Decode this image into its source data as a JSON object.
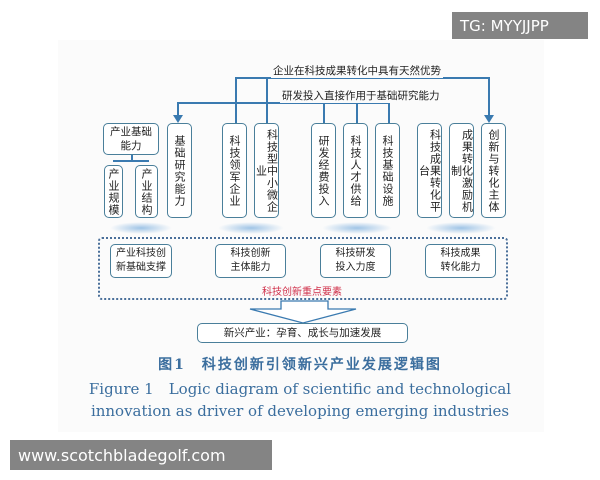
{
  "top_arrows": {
    "label_1": "企业在科技成果转化中具有天然优势",
    "label_2": "研发投入直接作用于基础研究能力"
  },
  "boxes": {
    "industrial_base": "产业基础能力",
    "industrial_scale": "产业规模",
    "industrial_structure": "产业结构",
    "basic_research": "基础研究能力",
    "leading_enterprises": "科技领军企业",
    "sme": "科技型中小微企业",
    "rd_funding": "研发经费投入",
    "talent_supply": "科技人才供给",
    "infrastructure": "科技基础设施",
    "transfer_platform": "科技成果转化平台",
    "incentive_mechanism": "成果转化激励机制",
    "innovation_subject": "创新与转化主体"
  },
  "key_elements": {
    "items": [
      "产业科技创新基础支撑",
      "科技创新主体能力",
      "科技研发投入力度",
      "科技成果转化能力"
    ],
    "group_label": "科技创新重点要素"
  },
  "outcome": "新兴产业：孕育、成长与加速发展",
  "caption": {
    "cn": "图1　科技创新引领新兴产业发展逻辑图",
    "en_line1": "Figure 1　Logic diagram of scientific and technological",
    "en_line2": "innovation as driver of developing emerging industries"
  },
  "watermarks": {
    "top_right": "TG: MYYJJPP",
    "bottom_left": "www.scotchbladegolf.com"
  },
  "colors": {
    "line": "#3a7ab0",
    "box_border": "#4a7f9a",
    "group_label": "#d0304a",
    "caption": "#3b6e9e"
  }
}
